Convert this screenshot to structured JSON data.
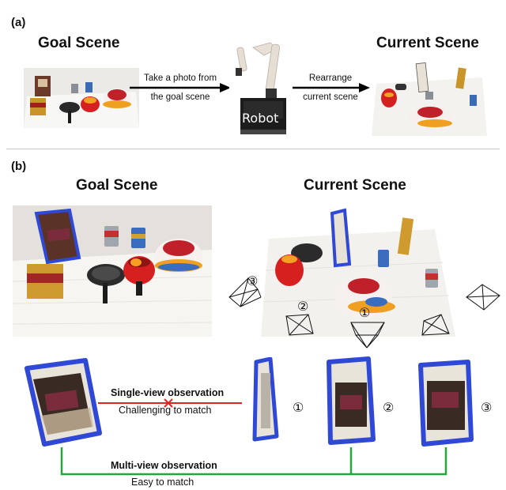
{
  "panel_a": {
    "label": "(a)",
    "goal_title": "Goal Scene",
    "current_title": "Current Scene",
    "arrow1_line1": "Take a photo from",
    "arrow1_line2": "the goal scene",
    "arrow2_line1": "Rearrange",
    "arrow2_line2": "current scene",
    "robot_label": "Robot"
  },
  "panel_b": {
    "label": "(b)",
    "goal_title": "Goal Scene",
    "current_title": "Current Scene",
    "view_1": "①",
    "view_2": "②",
    "view_3": "③",
    "single_view_label": "Single-view observation",
    "single_view_sub": "Challenging to match",
    "multi_view_label": "Multi-view observation",
    "multi_view_sub": "Easy to match"
  },
  "colors": {
    "outline_blue": "#2f49d6",
    "mismatch_red": "#e02424",
    "match_green": "#22a83a",
    "cross_mark": "#e02424"
  }
}
